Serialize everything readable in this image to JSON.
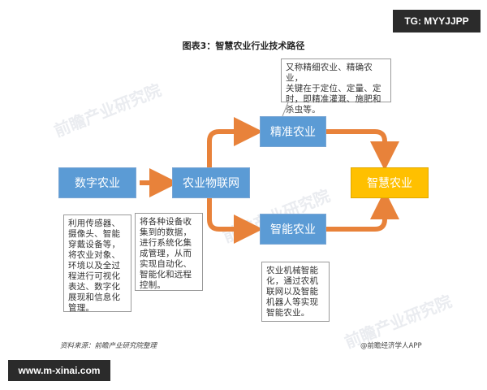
{
  "watermarks": {
    "top_right": "TG: MYYJJPP",
    "bottom_left": "www.m-xinai.com",
    "background_text": "前瞻产业研究院"
  },
  "title": "图表3：智慧农业行业技术路径",
  "nodes": {
    "digital": "数字农业",
    "iot": "农业物联网",
    "precision": "精准农业",
    "intelligent": "智能农业",
    "smart": "智慧农业"
  },
  "notes": {
    "precision": [
      "又称精细农业、精确农业，",
      "关键在于定位、定量、定",
      "时，即精准灌溉、施肥和",
      "杀虫等。"
    ],
    "digital": [
      "利用传感器、",
      "摄像头、智能",
      "穿戴设备等，",
      "将农业对象、",
      "环境以及全过",
      "程进行可视化",
      "表达、数字化",
      "展现和信息化",
      "管理。"
    ],
    "iot": [
      "将各种设备收",
      "集到的数据，",
      "进行系统化集",
      "成管理，从而",
      "实现自动化、",
      "智能化和远程",
      "控制。"
    ],
    "intelligent": [
      "农业机械智能",
      "化，通过农机",
      "联网以及智能",
      "机器人等实现",
      "智能农业。"
    ]
  },
  "footer": {
    "source": "资料来源：前瞻产业研究院整理",
    "credit": "@前瞻经济学人APP"
  },
  "colors": {
    "node_blue": "#5b9bd5",
    "node_yellow": "#ffc000",
    "arrow_orange": "#e8823a"
  }
}
